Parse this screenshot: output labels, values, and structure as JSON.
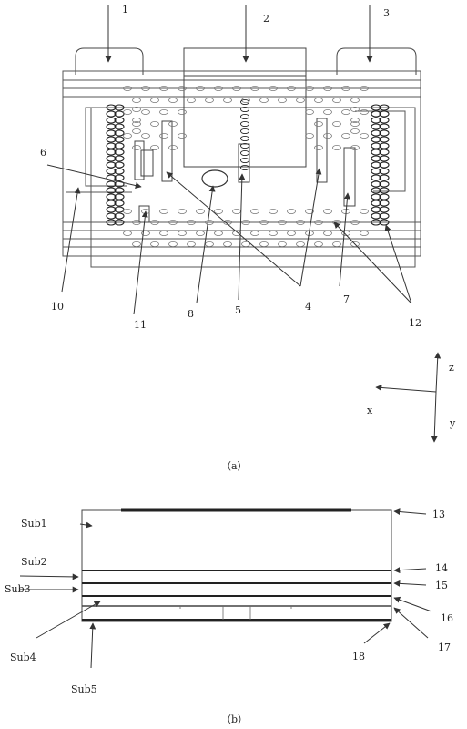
{
  "figure_a": {
    "caption": "（a）",
    "port_labels": [
      "1",
      "2",
      "3"
    ],
    "callouts": [
      "6",
      "10",
      "11",
      "8",
      "5",
      "4",
      "7",
      "12"
    ],
    "axes": {
      "x": "x",
      "y": "y",
      "z": "z"
    }
  },
  "figure_b": {
    "caption": "（b）",
    "substrates": [
      "Sub1",
      "Sub2",
      "Sub3",
      "Sub4",
      "Sub5"
    ],
    "layer_callouts": [
      "13",
      "14",
      "15",
      "16",
      "17",
      "18"
    ]
  },
  "colors": {
    "stroke": "#333333",
    "via_dense": "#222222",
    "via_light": "#777777",
    "background": "#ffffff"
  }
}
